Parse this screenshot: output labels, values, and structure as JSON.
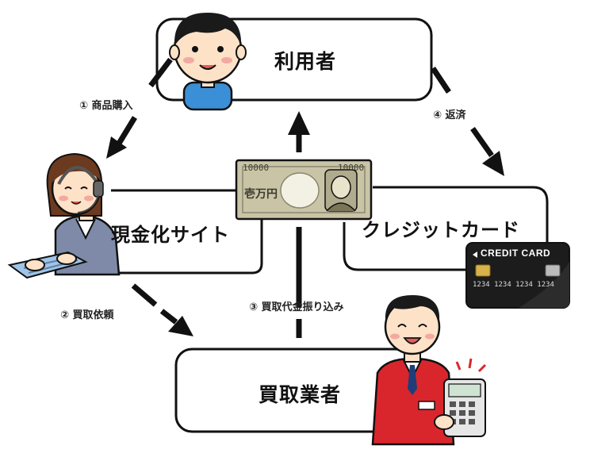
{
  "nodes": {
    "user": "利用者",
    "cash_site": "現金化サイト",
    "credit_card_company": "クレジットカード",
    "buyer": "買取業者"
  },
  "steps": {
    "s1": "① 商品購入",
    "s2": "② 買取依頼",
    "s3": "③ 買取代金振り込み",
    "s4": "④ 返済"
  },
  "banknote": {
    "denomination": "10000",
    "kanji": "壱万円"
  },
  "card": {
    "label": "CREDIT CARD",
    "number": "1234 1234 1234 1234"
  },
  "colors": {
    "stroke": "#111111",
    "shirt_blue": "#3a8fd6",
    "skin": "#fde2c8",
    "vest_red": "#d9262c",
    "card_black": "#1c1c1c",
    "chip_gold": "#d8b24a",
    "note_green": "#c9c4a6"
  }
}
